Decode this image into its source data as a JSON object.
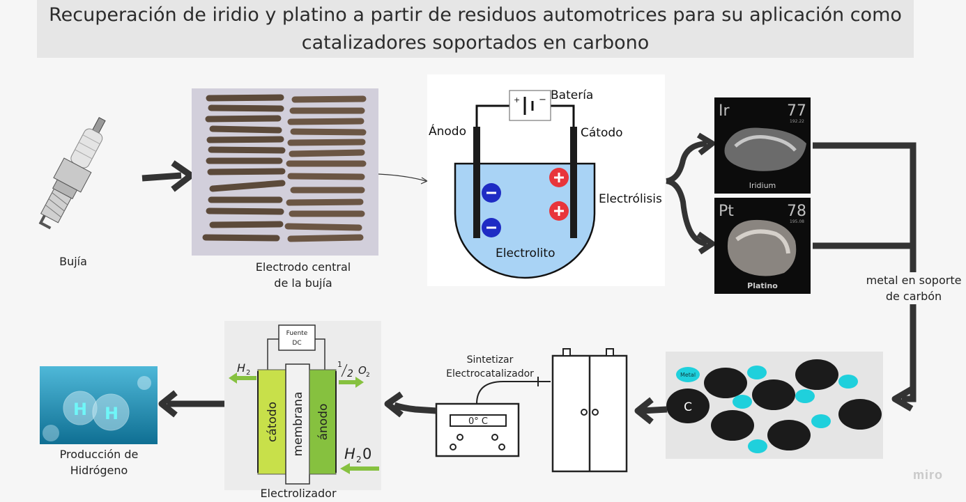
{
  "title": "Recuperación de iridio y platino a partir de residuos automotrices para su aplicación como catalizadores soportados en carbono",
  "steps": {
    "spark_plug": "Bujía",
    "electrode_line1": "Electrodo central",
    "electrode_line2": "de la bujía",
    "support_line1": "metal en soporte",
    "support_line2": "de carbón",
    "synth_line1": "Sintetizar",
    "synth_line2": "Electrocatalizador",
    "hydrogen_line1": "Producción de",
    "hydrogen_line2": "Hidrógeno",
    "electrolyzer": "Electrolizador"
  },
  "electrolysis": {
    "battery": "Batería",
    "anode": "Ánodo",
    "cathode": "Cátodo",
    "process": "Electrólisis",
    "electrolyte": "Electrolito",
    "minus": "−",
    "plus": "+"
  },
  "elements": {
    "ir": {
      "symbol": "Ir",
      "number": "77",
      "mass": "192.22",
      "name": "Iridium"
    },
    "pt": {
      "symbol": "Pt",
      "number": "78",
      "mass": "195.08",
      "name": "Platino"
    }
  },
  "carbon_support": {
    "carbon_label": "C",
    "metal_label": "Metal"
  },
  "oven": {
    "temperature": "0° C"
  },
  "electrolyzer_cell": {
    "power": "Fuente",
    "power_sub": "DC",
    "cathode": "cátodo",
    "membrane": "membrana",
    "anode": "ánodo",
    "h2_out": "H",
    "h2_sub": "2",
    "o2_num": "1",
    "o2_den": "2",
    "o2": "O",
    "o2_sub": "2",
    "water": "H",
    "water_sub": "2",
    "water_tail": "0"
  },
  "hydrogen_image": {
    "atom": "H"
  },
  "watermark": "miro",
  "colors": {
    "electrolyte": "#a9d3f5",
    "anion": "#1f2cc4",
    "cation": "#e8353b",
    "cyan_metal": "#1fd0dc",
    "cathode_green": "#c8e04a",
    "anode_green": "#86c13f",
    "arrow": "#333333"
  }
}
